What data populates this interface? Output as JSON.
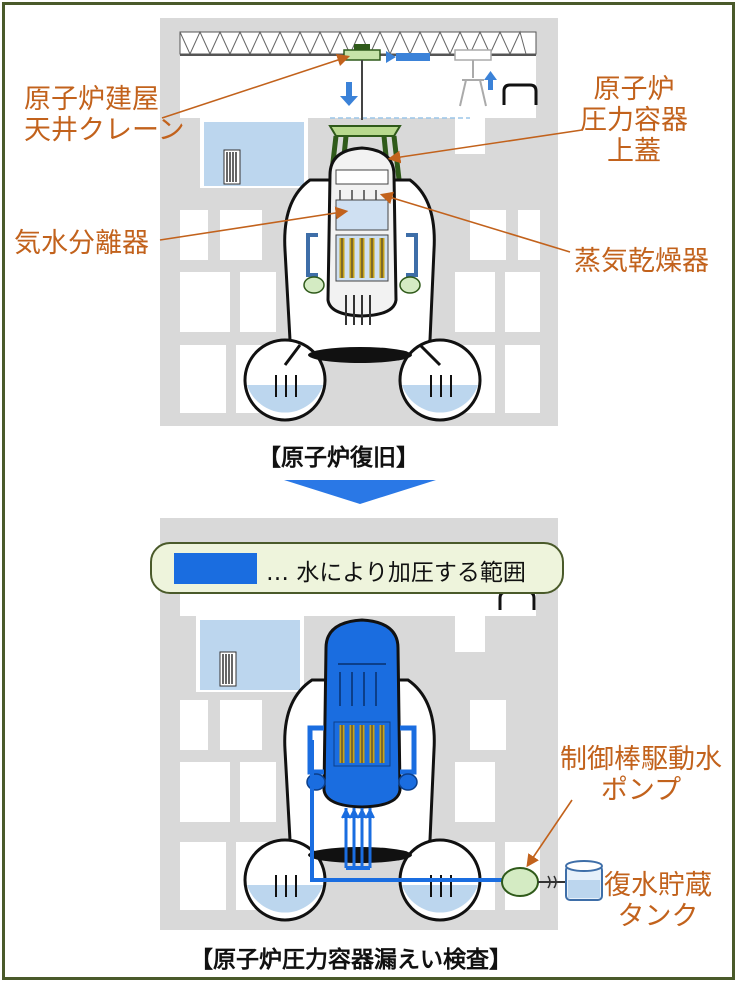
{
  "top_diagram": {
    "caption": "【原子炉復旧】",
    "labels": {
      "crane": [
        "原子炉建屋",
        "天井クレーン"
      ],
      "rpv_head": [
        "原子炉",
        "圧力容器",
        "上蓋"
      ],
      "separator": "気水分離器",
      "dryer": "蒸気乾燥器"
    }
  },
  "bottom_diagram": {
    "caption": "【原子炉圧力容器漏えい検査】",
    "legend": {
      "text": "… 水により加圧する範囲",
      "color": "#1a6de0"
    },
    "labels": {
      "crd_pump": [
        "制御棒駆動水",
        "ポンプ"
      ],
      "storage_tank": [
        "復水貯蔵",
        "タンク"
      ]
    }
  },
  "colors": {
    "label": "#c2621c",
    "border": "#4a5a2a",
    "building": "#d9d9d9",
    "water": "#1a6de0",
    "pool": "#bcd6ee",
    "pump": "#d4ebc3"
  }
}
